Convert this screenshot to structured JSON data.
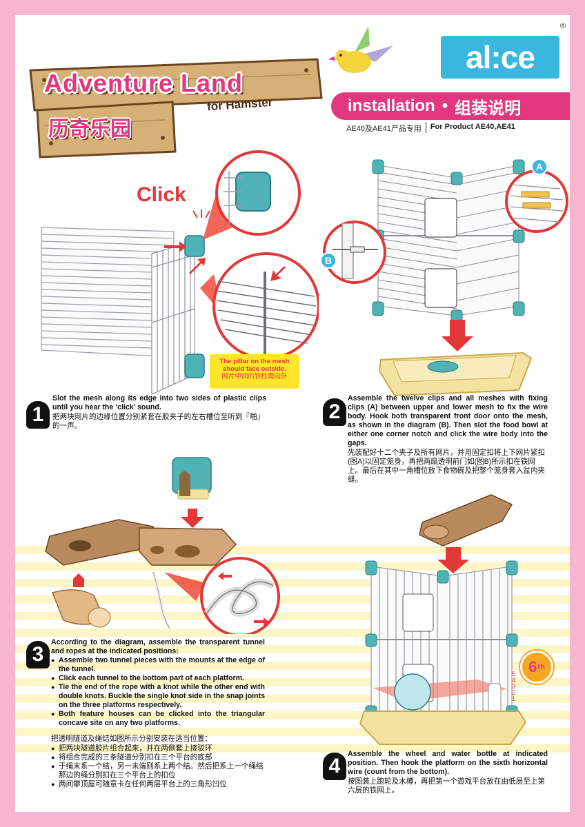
{
  "header": {
    "title": "Adventure Land",
    "subtitle": "for Hamster",
    "title_cn": "历奇乐园",
    "brand": "al:ce",
    "registered": "®",
    "installation": "installation",
    "dot": "•",
    "installation_cn": "组装说明",
    "product_cn": "AE40及AE41产品专用",
    "product_en": "For Product AE40,AE41"
  },
  "step1": {
    "number": "1",
    "en": "Slot the mesh along its edge into two sides of plastic clips until you hear the ‘click’ sound.",
    "cn": "把两块网片的边缘位置分别紧套在胶夹子的左右槽位至听到『啪』的一声。",
    "click_label": "Click",
    "note_en": "The pillar on the mesh should face outside.",
    "note_cn": "网片中间的铁柱需向外"
  },
  "step2": {
    "number": "2",
    "en": "Assemble the twelve clips and all meshes with fixing clips (A) between upper and lower mesh to fix the wire body. Hook both transparent front door onto the mesh, as shown in the diagram (B). Then slot the food bowl at either one corner notch and click the wire body into the gaps.",
    "cn": "先装配好十二个夹子及所有网片，并用固定扣将上下网片紧扣(图A)以固定笼身，再把两扇透明前门如(图B)所示扣在铁网上。最后在其中一角槽位放下食物碗及把整个笼身套入盆内夹缝。",
    "label_a": "A",
    "label_b": "B"
  },
  "step3": {
    "number": "3",
    "intro": "According to the diagram, assemble the transparent tunnel and ropes at the indicated positions:",
    "bullets": [
      "Assemble two tunnel pieces with the mounts at the edge of the tunnel.",
      "Click each tunnel to the bottom part of each platform.",
      "Tie the end of the rope with a knot while the other end with double knots. Buckle the single knot side in the snap joints on the three platforms respectively.",
      "Both feature houses can be clicked into the triangular concave site on any two platforms."
    ],
    "intro_cn": "把透明隧道及绳结如图所示分别安装在适当位置：",
    "bullets_cn": [
      "把两块隧道胶片组合起来，并在两侧套上接驳环",
      "将组合完成的三条隧道分别扣在三个平台的底部",
      "于绳末系一个结，另一末端则系上两个结。然后把系上一个绳结那边的绳分别扣在三个平台上的扣位",
      "两间攀顶屋可随意卡在任何两层平台上的三角形凹位"
    ]
  },
  "step4": {
    "number": "4",
    "en": "Assemble the wheel and water bottle at indicated position. Then hook the platform on the sixth horizontal wire (count from the bottom).",
    "cn": "按图装上跑轮及水樽，再把第一个遊戏平台放在由低层至上第六层的铁网上。",
    "sixth": "6",
    "sixth_suffix": "th",
    "levels": [
      "5",
      "4",
      "3",
      "2",
      "1"
    ]
  },
  "colors": {
    "pink_border": "#f7b6cf",
    "magenta": "#e2377f",
    "brand_blue": "#3ab7df",
    "teal_clip": "#4fb3b5",
    "red_arrow": "#e23838",
    "tray_yellow": "#f4e3a0",
    "wood": "#c9a56a",
    "platform_brown": "#b98a5e"
  }
}
